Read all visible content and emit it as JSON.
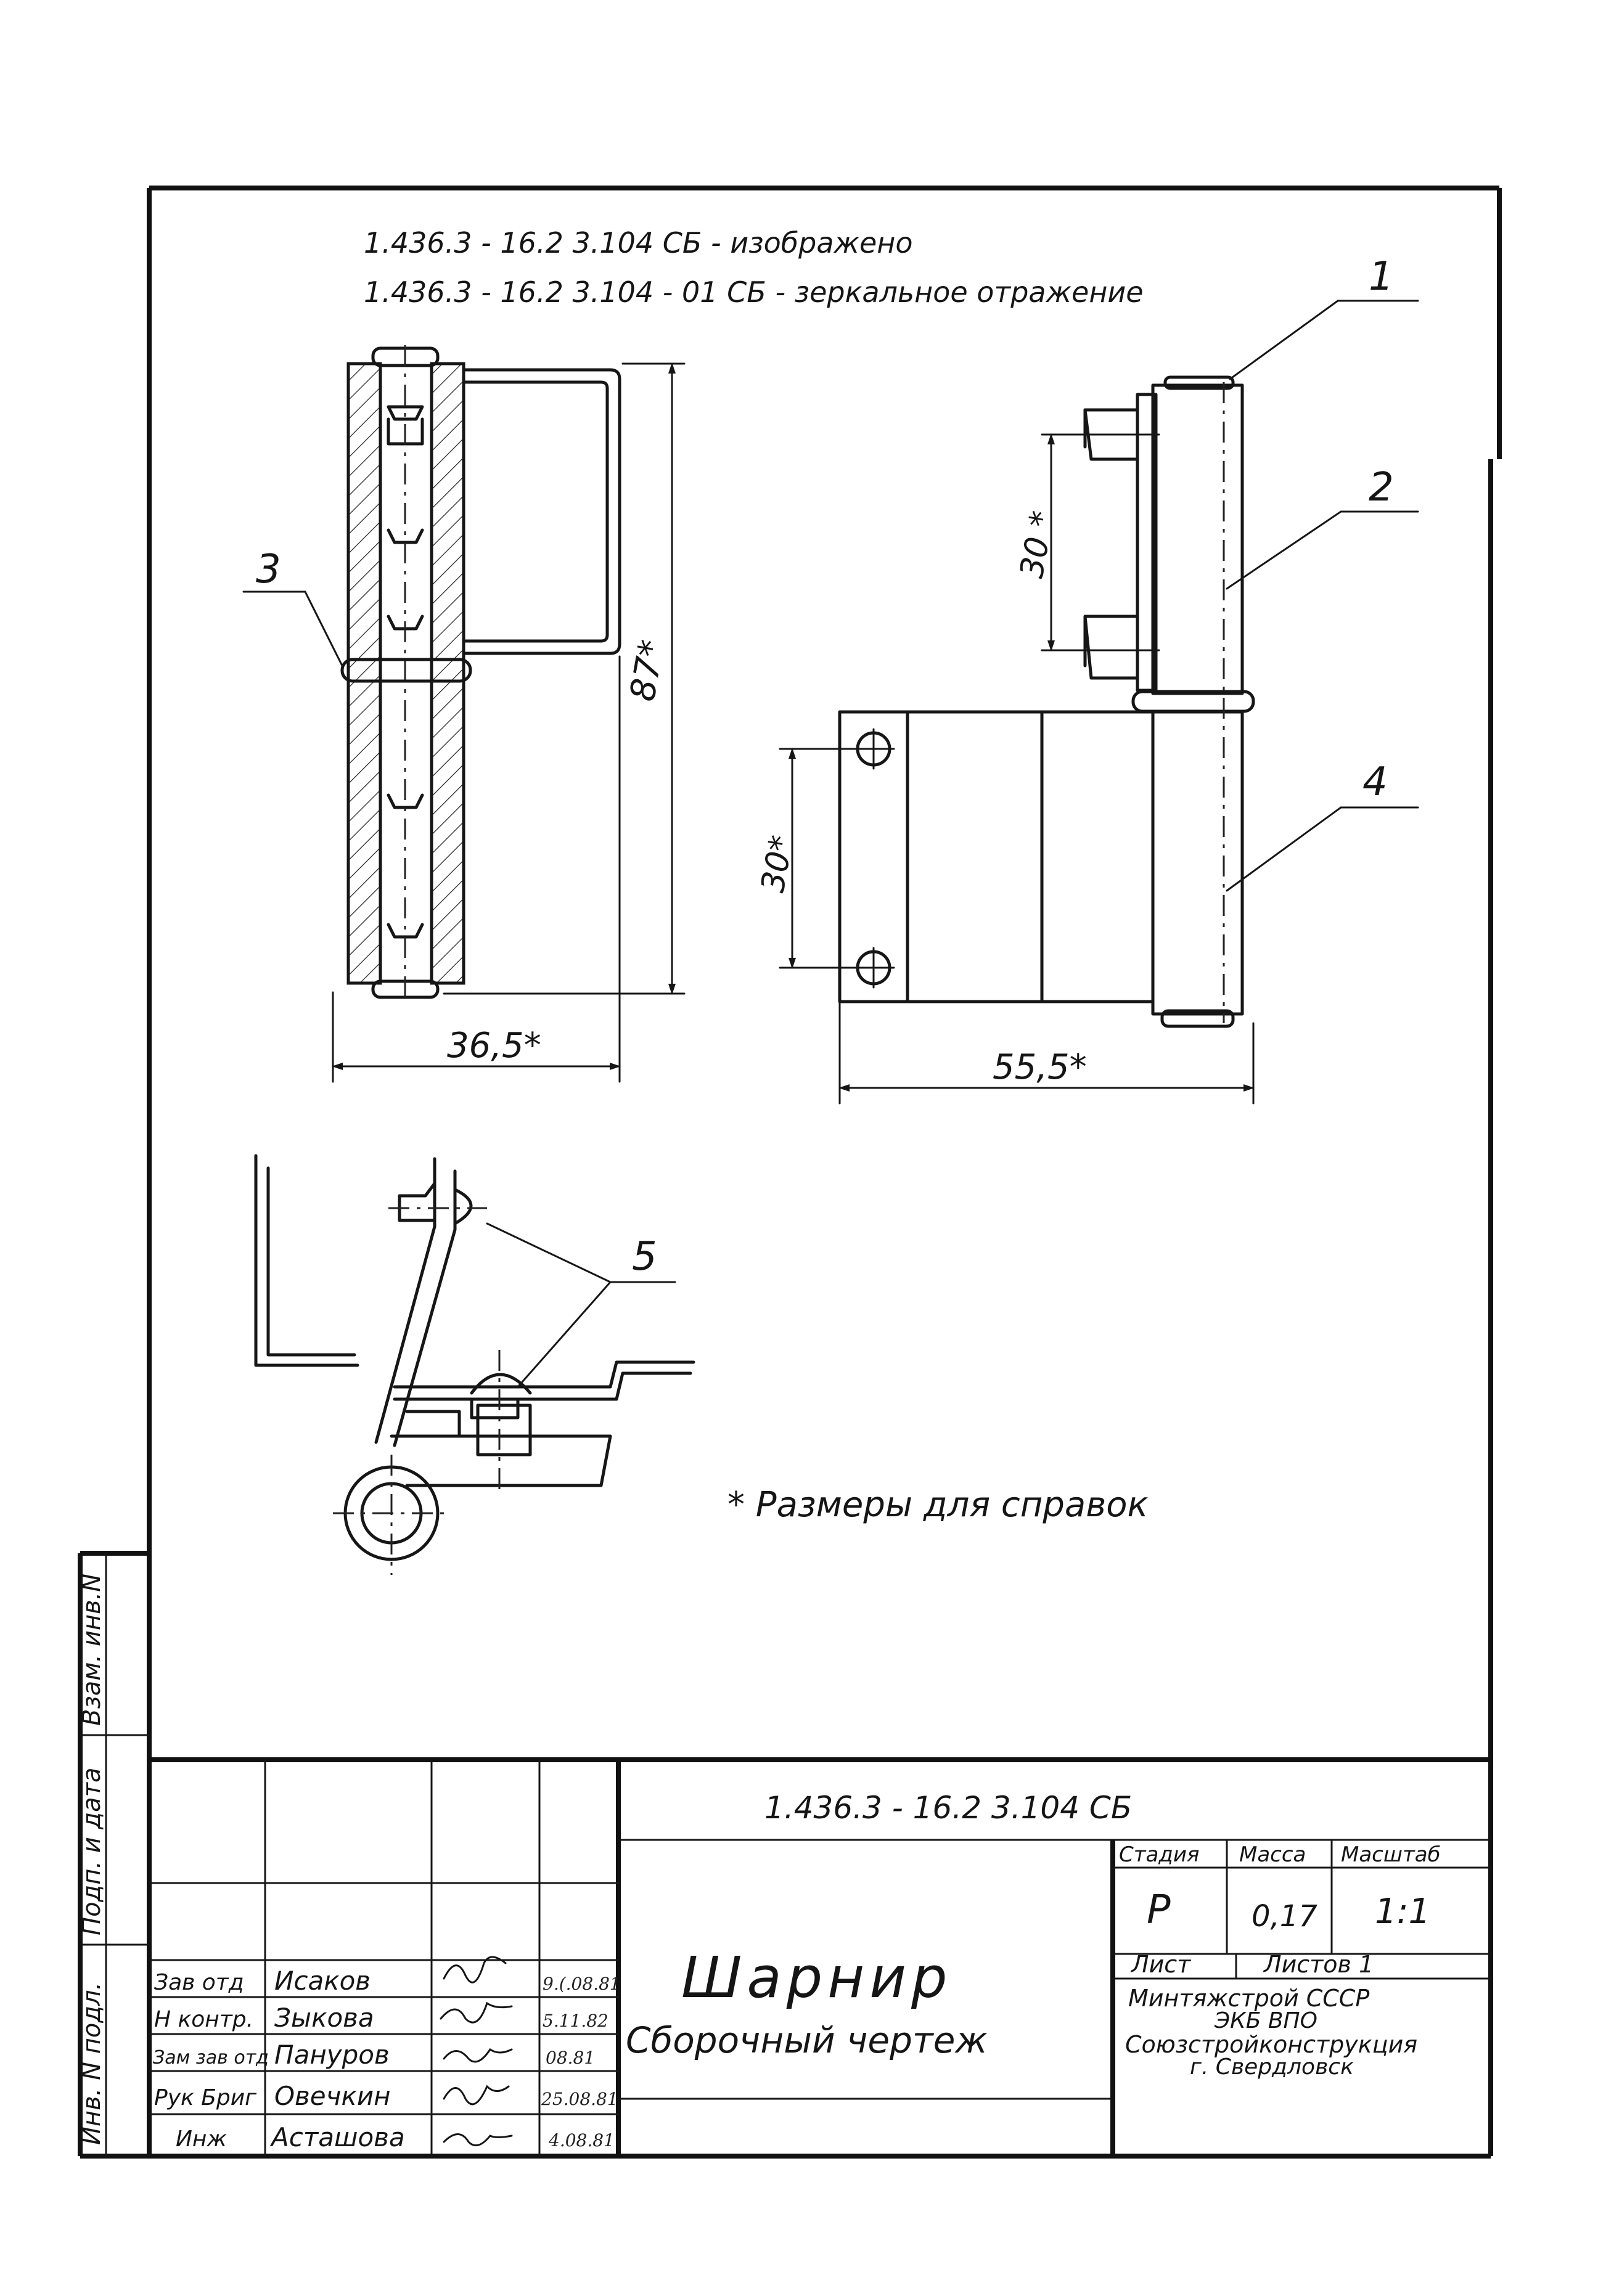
{
  "header": {
    "line1": "1.436.3 - 16.2   3.104 СБ - изображено",
    "line2": "1.436.3 - 16.2   3.104 - 01 СБ - зеркальное   отражение"
  },
  "callouts": {
    "c1": "1",
    "c2": "2",
    "c3": "3",
    "c4": "4",
    "c5": "5"
  },
  "dimensions": {
    "height_87": "87*",
    "width_36_5": "36,5*",
    "width_55_5": "55,5*",
    "pin_spacing_30": "30 *",
    "hole_spacing_30": "30*"
  },
  "note": "* Размеры для справок",
  "side_columns": {
    "col1": "Инв. N подл.",
    "col2": "Подп. и дата",
    "col3": "Взам. инв.N"
  },
  "title_block": {
    "doc_code": "1.436.3 - 16.2   3.104 СБ",
    "name": "Шарнир",
    "subtitle": "Сборочный   чертеж",
    "headers": {
      "stage": "Стадия",
      "mass": "Масса",
      "scale": "Масштаб"
    },
    "values": {
      "stage": "Р",
      "mass": "0,17",
      "scale": "1:1"
    },
    "sheet_label": "Лист",
    "sheets_label": "Листов 1",
    "org": [
      "Минтяжстрой СССР",
      "ЭКБ ВПО",
      "Союзстройконструкция",
      "г. Свердловск"
    ],
    "people": [
      {
        "role": "Зав отд",
        "name": "Исаков",
        "date": "9.(.08.81"
      },
      {
        "role": "Н контр.",
        "name": "Зыкова",
        "date": "5.11.82"
      },
      {
        "role": "Зам зав отд",
        "name": "Пануров",
        "date": "08.81"
      },
      {
        "role": "Рук Бриг",
        "name": "Овечкин",
        "date": "25.08.81"
      },
      {
        "role": "Инж",
        "name": "Асташова",
        "date": "4.08.81"
      }
    ]
  }
}
